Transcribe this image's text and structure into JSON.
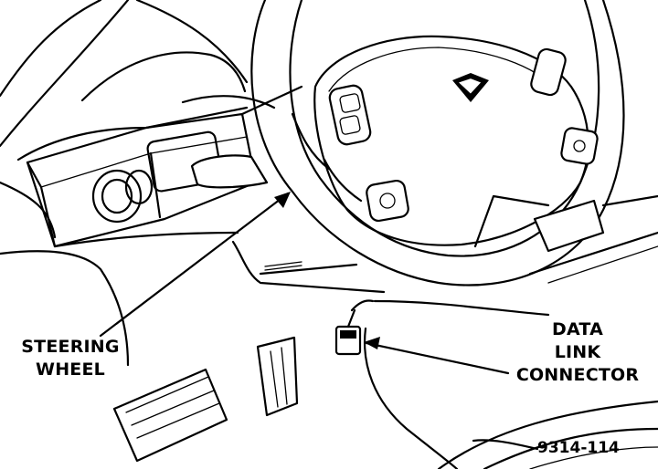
{
  "callouts": {
    "steering_wheel": [
      "STEERING",
      "WHEEL"
    ],
    "data_link_connector": [
      "DATA",
      "LINK",
      "CONNECTOR"
    ]
  },
  "figure_number": "9314-114"
}
